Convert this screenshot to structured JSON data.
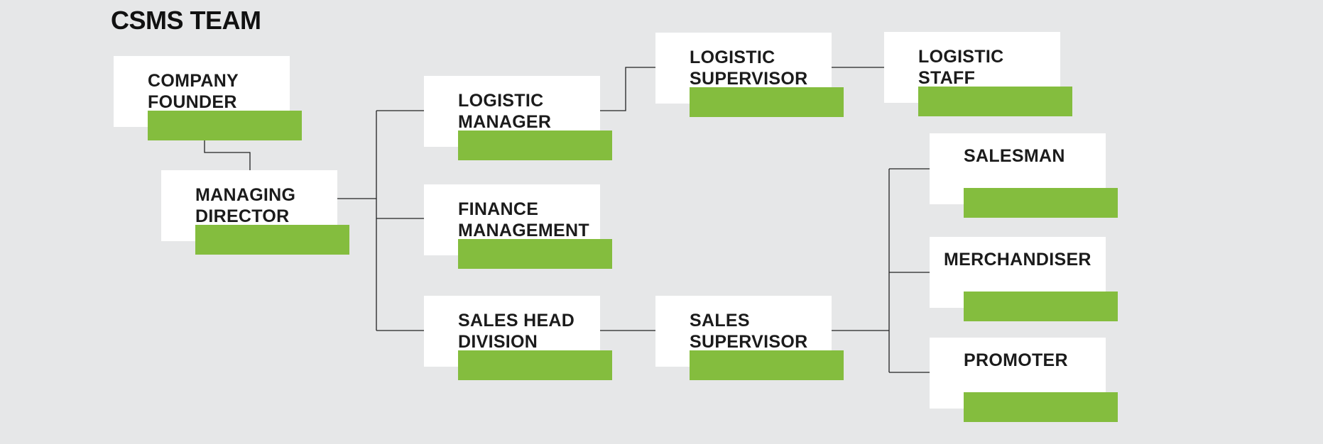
{
  "title": "CSMS TEAM",
  "colors": {
    "background": "#e6e7e8",
    "card": "#ffffff",
    "accent_bar": "#84bd3e",
    "line": "#222222"
  },
  "nodes": {
    "company_founder": {
      "line1": "COMPANY",
      "line2": "FOUNDER"
    },
    "managing_director": {
      "line1": "MANAGING",
      "line2": "DIRECTOR"
    },
    "logistic_manager": {
      "line1": "LOGISTIC",
      "line2": "MANAGER"
    },
    "finance_management": {
      "line1": "FINANCE",
      "line2": "MANAGEMENT"
    },
    "sales_head_division": {
      "line1": "SALES HEAD",
      "line2": "DIVISION"
    },
    "logistic_supervisor": {
      "line1": "LOGISTIC",
      "line2": "SUPERVISOR"
    },
    "logistic_staff": {
      "line1": "LOGISTIC",
      "line2": "STAFF"
    },
    "sales_supervisor": {
      "line1": "SALES",
      "line2": "SUPERVISOR"
    },
    "salesman": {
      "line1": "SALESMAN",
      "line2": ""
    },
    "merchandiser": {
      "line1": "MERCHANDISER",
      "line2": ""
    },
    "promoter": {
      "line1": "PROMOTER",
      "line2": ""
    }
  }
}
